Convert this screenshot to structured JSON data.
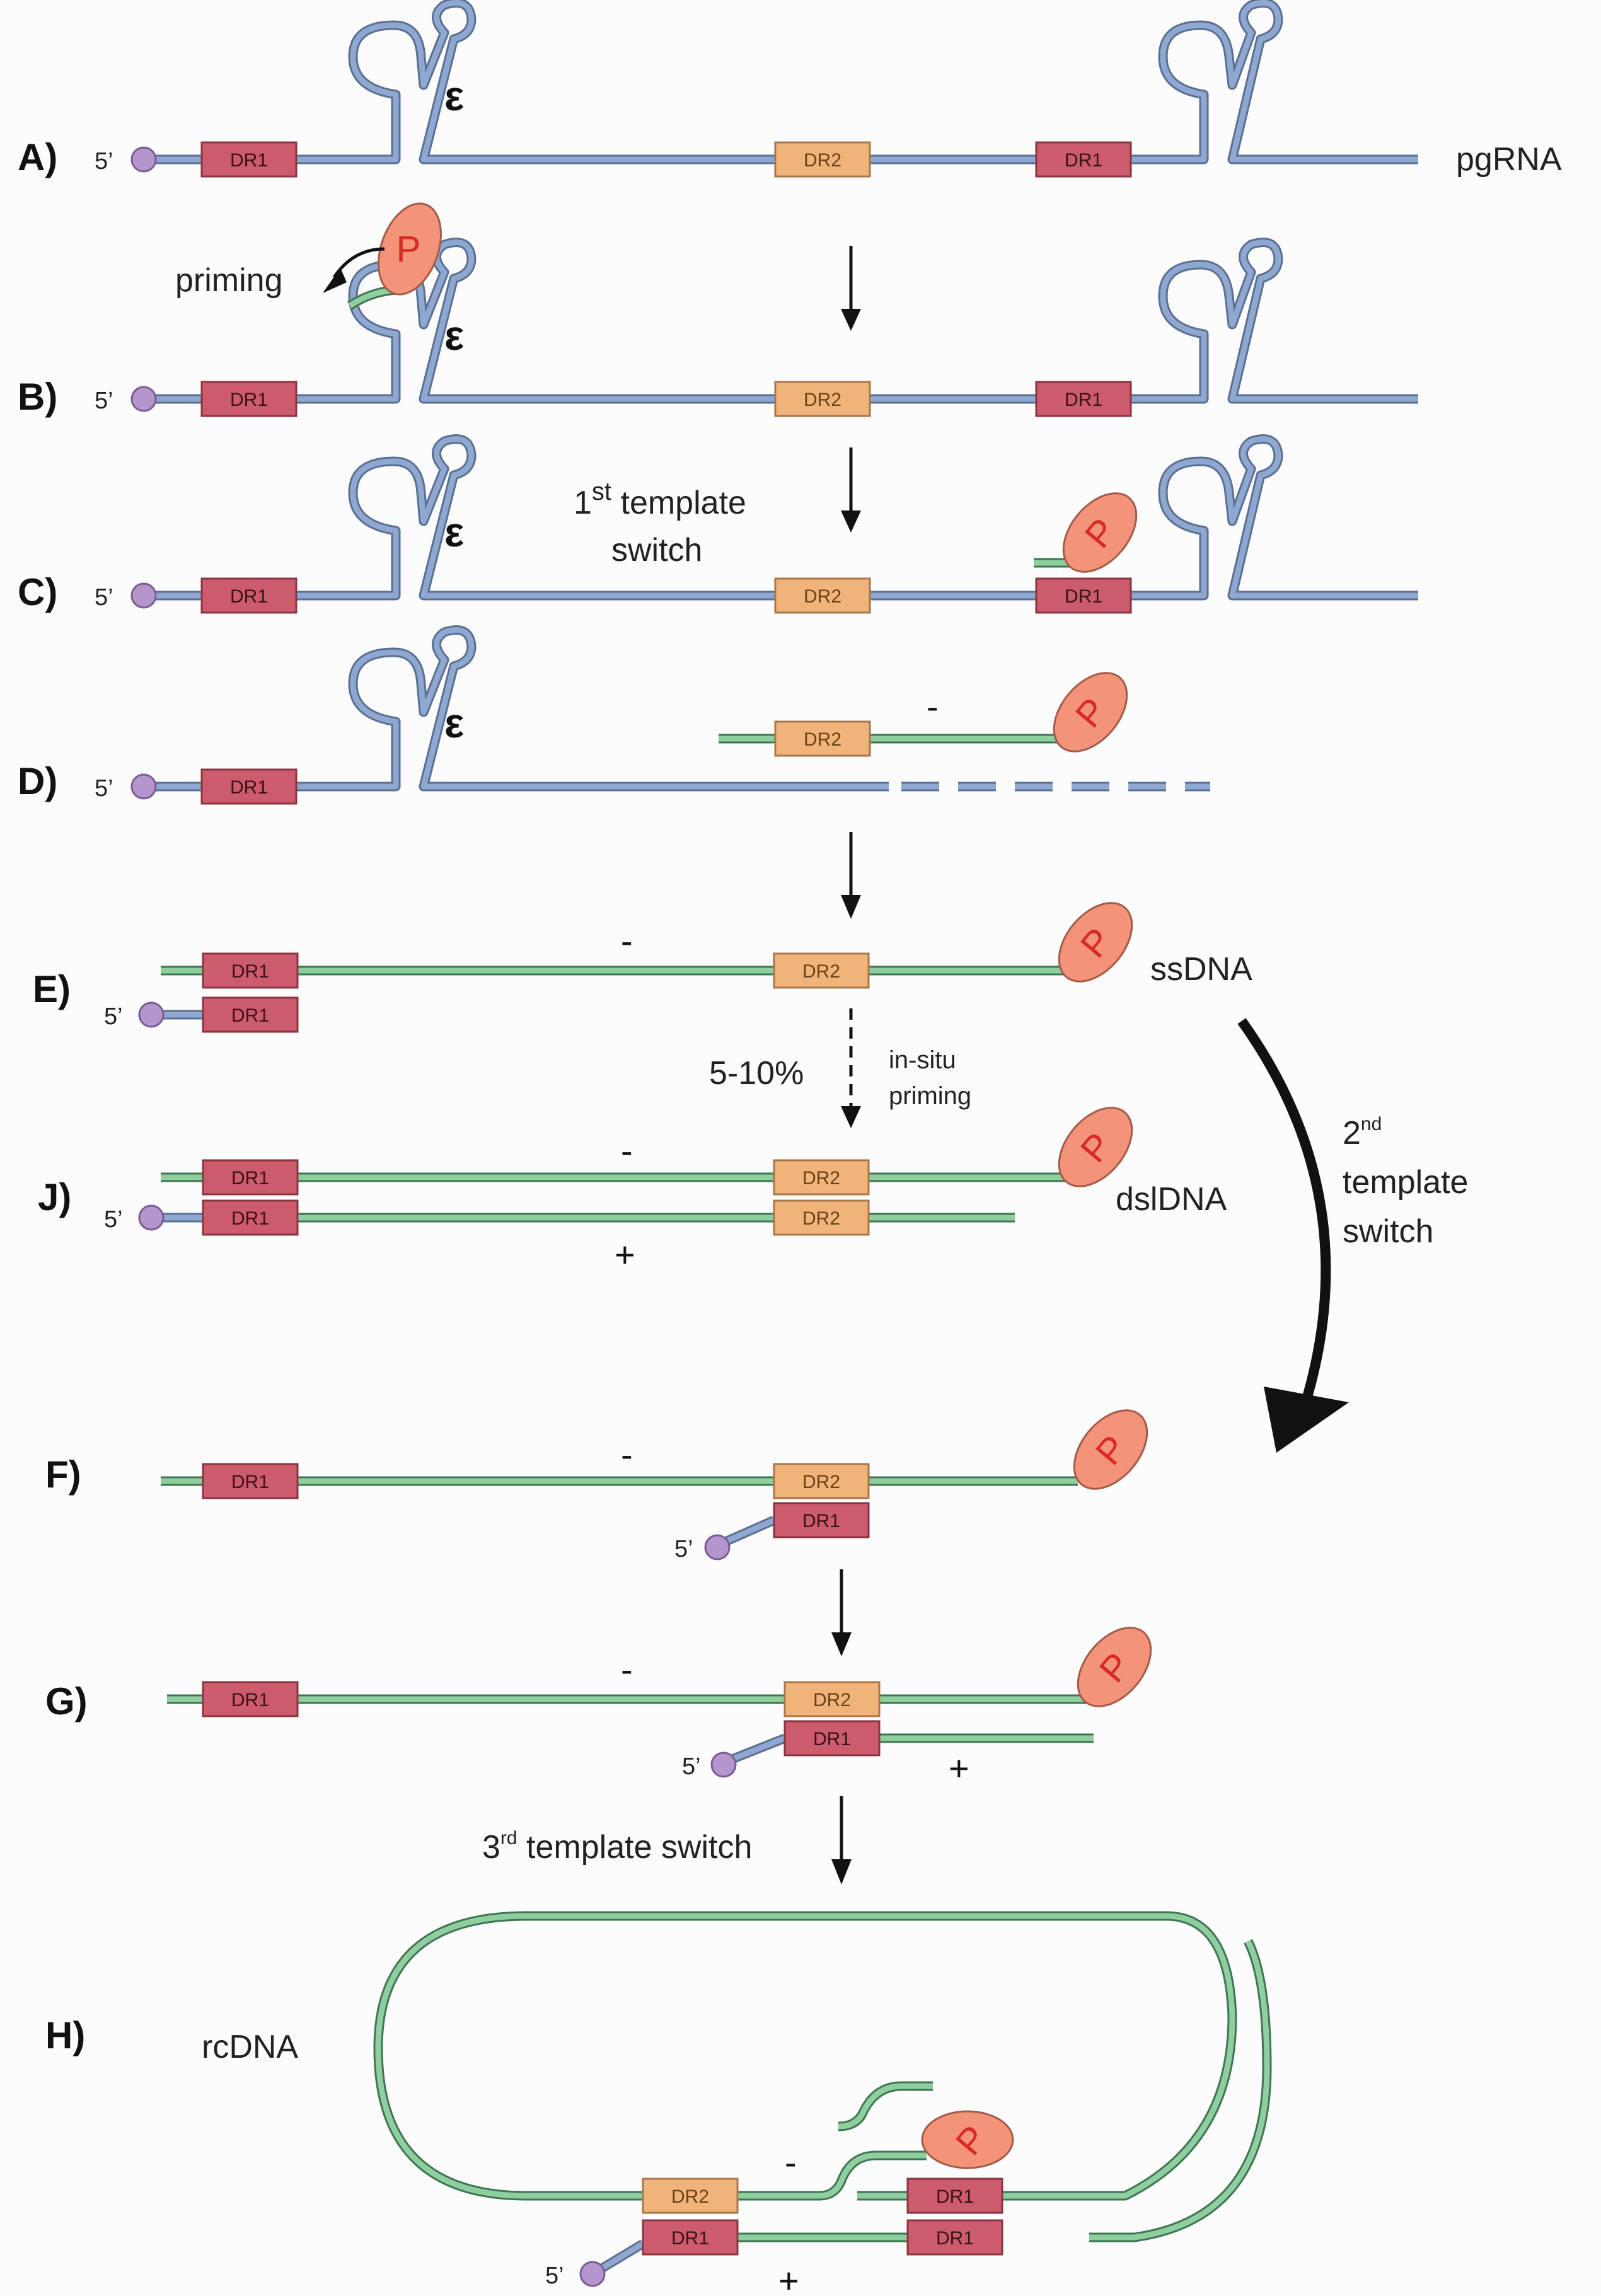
{
  "rows": {
    "A": "A)",
    "B": "B)",
    "C": "C)",
    "D": "D)",
    "E": "E)",
    "J": "J)",
    "F": "F)",
    "G": "G)",
    "H": "H)"
  },
  "labels": {
    "pgRNA": "pgRNA",
    "priming": "priming",
    "first_switch_line1_num": "1",
    "first_switch_line1_sup": "st",
    "first_switch_line1_rest": " template",
    "first_switch_line2": "switch",
    "ssDNA": "ssDNA",
    "percent": "5-10%",
    "in_situ_line1": "in-situ",
    "in_situ_line2": "priming",
    "dslDNA": "dslDNA",
    "second_switch_num": "2",
    "second_switch_sup": "nd",
    "second_switch_line2": "template",
    "second_switch_line3": "switch",
    "third_switch_num": "3",
    "third_switch_sup": "rd",
    "third_switch_rest": " template switch",
    "rcDNA": "rcDNA"
  },
  "elements": {
    "dr1": "DR1",
    "dr2": "DR2",
    "polymerase": "P",
    "five_prime": "5’",
    "epsilon": "ε",
    "minus": "-",
    "plus": "+"
  },
  "colors": {
    "rna_strand": "#8fa8d2",
    "dna_strand": "#8fcf9f",
    "dr1": "#cc5b6d",
    "dr2": "#f0b47a",
    "polymerase": "#f2937a",
    "cap": "#b495cc"
  }
}
